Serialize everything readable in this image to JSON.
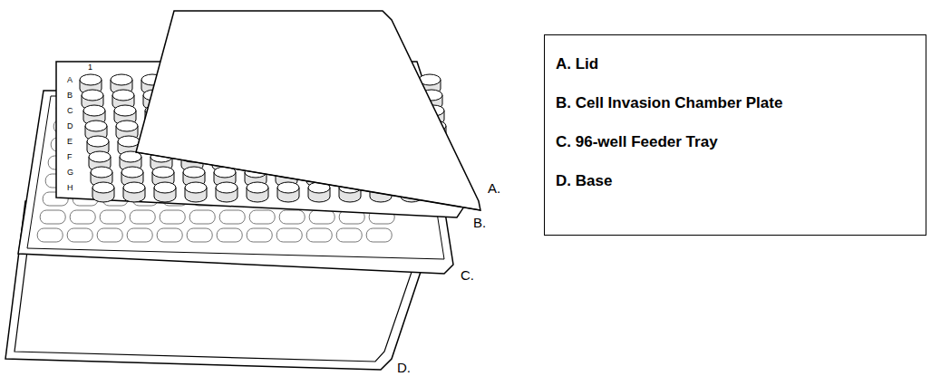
{
  "diagram": {
    "nodes": [
      {
        "text": [
          "A. Lid",
          "B. Cell Invasion Chamber Plate",
          "C. 96-well Feeder Tray",
          "D. Base"
        ]
      }
    ],
    "labels": [
      "A",
      "B",
      "C",
      "D",
      "E",
      "F",
      "G",
      "H",
      "1",
      "A.",
      "B.",
      "C.",
      "D."
    ]
  }
}
